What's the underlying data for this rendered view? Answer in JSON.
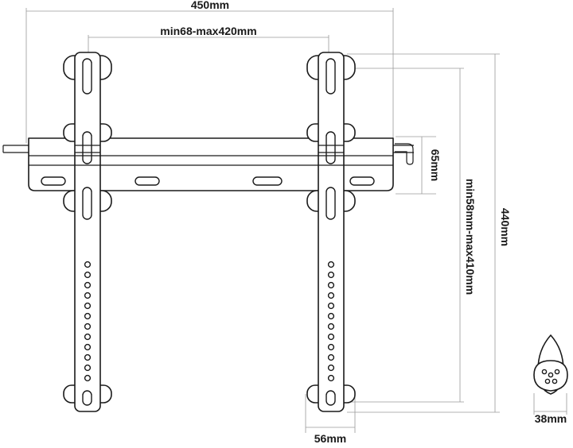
{
  "diagram": {
    "labels": {
      "overall_width": "450mm",
      "vesa_horizontal": "min68-max420mm",
      "rail_height": "65mm",
      "overall_height": "440mm",
      "vesa_vertical": "min58mm-max410mm",
      "arm_width": "56mm",
      "depth": "38mm"
    },
    "colors": {
      "outline": "#1a1a1a",
      "dimension_line": "#9a9a9a",
      "background": "#ffffff"
    }
  }
}
